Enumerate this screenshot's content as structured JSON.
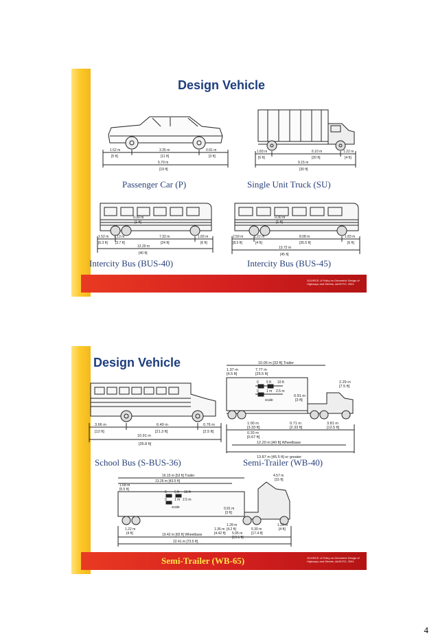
{
  "slide1": {
    "title": "Design Vehicle",
    "vehicles": [
      {
        "caption": "Passenger Car (P)",
        "dims": [
          "1.52 m",
          "[5 ft]",
          "3.35 m",
          "[11 ft]",
          "0.91 m",
          "[3 ft]",
          "5.79 m",
          "[19 ft]"
        ]
      },
      {
        "caption": "Single Unit Truck (SU)",
        "dims": [
          "1.83 m",
          "[6 ft]",
          "6.10 m",
          "[20 ft]",
          "1.22 m",
          "[4 ft]",
          "9.15 m",
          "[30 ft]"
        ]
      },
      {
        "caption": "Intercity Bus (BUS-40)",
        "dims": [
          "0.30 m",
          "[1 ft]",
          "1.52 m",
          "[6.3 ft]",
          "1.13 m",
          "[3.7 ft]",
          "7.32 m",
          "[24 ft]",
          "1.83 m",
          "[6 ft]",
          "12.20 m",
          "[40 ft]"
        ]
      },
      {
        "caption": "Intercity Bus (BUS-45)",
        "dims": [
          "0.30 m",
          "[1 ft]",
          "2.59 m",
          "[8.5 ft]",
          "1.22 m",
          "[4 ft]",
          "8.08 m",
          "[26.5 ft]",
          "1.83 m",
          "[6 ft]",
          "13.72 m",
          "[45 ft]"
        ]
      }
    ],
    "source": "SOURCE: A Policy on Geometric Design of Highways and Streets, AASHTO, 2001."
  },
  "slide2": {
    "title": "Design Vehicle",
    "vehicles": [
      {
        "caption": "School Bus (S-BUS-36)",
        "dims": [
          "3.66 m",
          "[12 ft]",
          "6.49 m",
          "[21.3 ft]",
          "0.76 m",
          "[2.5 ft]",
          "10.91 m",
          "[35.8 ft]"
        ]
      },
      {
        "caption": "Semi-Trailer (WB-40)",
        "dims": [
          "10.06 m [33 ft] Trailer",
          "1.37 m",
          "[4.5 ft]",
          "7.77 m",
          "[25.5 ft]",
          "2.29 m",
          "[7.5 ft]",
          "0.91 m",
          "[3 ft]",
          "0.71 m",
          "[2.33 ft]",
          "3.81 m",
          "[12.5 ft]",
          "1.00 m",
          "[3.33 ft]",
          "0.20 m",
          "[0.67 ft]",
          "12.20 m [40 ft] Wheelbase",
          "13.87 m [45.5 ft] or greater"
        ],
        "scale": [
          "0",
          "5 ft",
          "10 ft",
          "0",
          "1 m",
          "2.5 m",
          "scale"
        ]
      },
      {
        "caption": "Semi-Trailer (WB-65)",
        "dims": [
          "16.15 m [53 ft] Trailer",
          "13.26 m [43.5 ft]",
          "1.68 m",
          "[5.5 ft]",
          "4.57 m",
          "[15 ft]",
          "0.91 m",
          "[3 ft]",
          "1.22 m",
          "[4 ft]",
          "1.36 m",
          "[4.42 ft]",
          "1.28 m",
          "[4.2 ft]",
          "5.95 m",
          "[19.5 ft]",
          "5.30 m",
          "[17.4 ft]",
          "1.22 m",
          "[4 ft]",
          "19.42 m [65 ft] Wheelbase",
          "22.41 m [73.5 ft]"
        ],
        "scale": [
          "0",
          "5 ft",
          "10 ft",
          "0",
          "1 m",
          "2.5 m",
          "scale"
        ]
      }
    ],
    "source": "SOURCE: A Policy on Geometric Design of Highways and Streets, AASHTO, 2001."
  },
  "page_number": "4",
  "colors": {
    "accent_red": "#d31f1f",
    "accent_yellow": "#fcc92b",
    "title_blue": "#1d3d7e",
    "caption_blue": "#283f78"
  }
}
